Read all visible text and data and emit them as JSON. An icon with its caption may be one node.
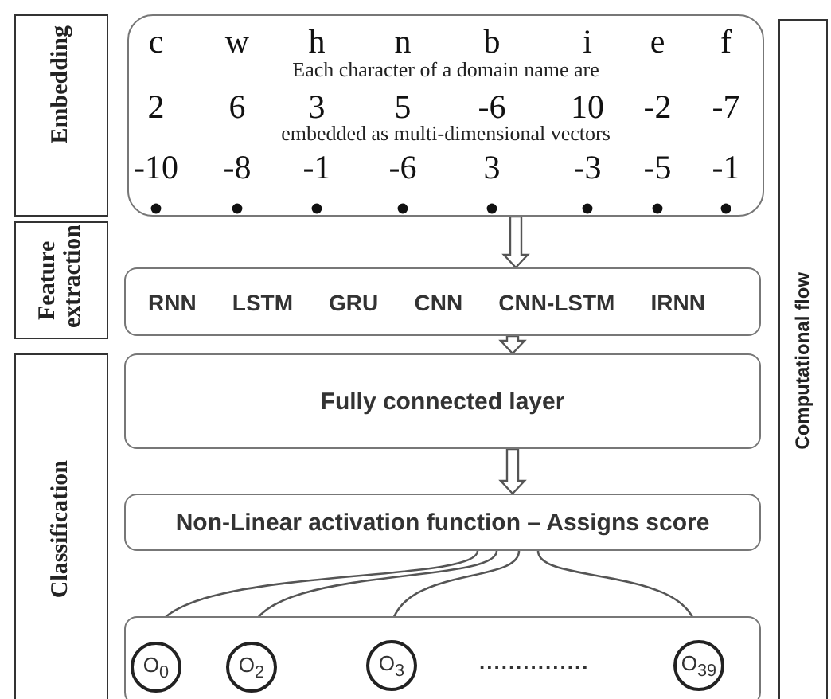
{
  "diagram": {
    "nodes": [
      {
        "text": [
          "Embedding"
        ]
      },
      {
        "text": [
          "Feature extraction"
        ]
      },
      {
        "text": [
          "Classification"
        ]
      },
      {
        "text": [
          "Computational flow"
        ]
      },
      {
        "text": [
          "Each character of a domain name are",
          "embedded as multi-dimensional vectors"
        ]
      },
      {
        "text": [
          "RNN",
          "LSTM",
          "GRU",
          "CNN",
          "CNN-LSTM",
          "IRNN"
        ]
      },
      {
        "text": [
          "Fully connected layer"
        ]
      },
      {
        "text": [
          "Non-Linear activation function – Assigns score"
        ]
      },
      {
        "text": [
          "..............."
        ]
      },
      {
        "text": [
          "O$_{0}$"
        ],
        "in": 8
      },
      {
        "text": [
          "O$_{2}$"
        ],
        "in": 8
      },
      {
        "text": [
          "O$_{3}$"
        ],
        "in": 8
      },
      {
        "text": [
          "O$_{39}$"
        ],
        "in": 8
      }
    ],
    "edges": [
      {
        "from": 4,
        "to": 5,
        "arrow": "to"
      },
      {
        "from": 5,
        "to": 6,
        "arrow": "to"
      },
      {
        "from": 6,
        "to": 7,
        "arrow": "to"
      },
      {
        "from": 7,
        "to": 9,
        "arrow": "to"
      },
      {
        "from": 7,
        "to": 10,
        "arrow": "to"
      },
      {
        "from": 7,
        "to": 11,
        "arrow": "to"
      },
      {
        "from": 7,
        "to": 12,
        "arrow": "to"
      }
    ],
    "labels": [
      "c",
      "w",
      "h",
      "n",
      "b",
      "i",
      "e",
      "f",
      "2",
      "6",
      "3",
      "5",
      "-6",
      "10",
      "-2",
      "-7",
      "-10",
      "-8",
      "-1",
      "-6",
      "3",
      "-3",
      "-5",
      "-1"
    ]
  }
}
